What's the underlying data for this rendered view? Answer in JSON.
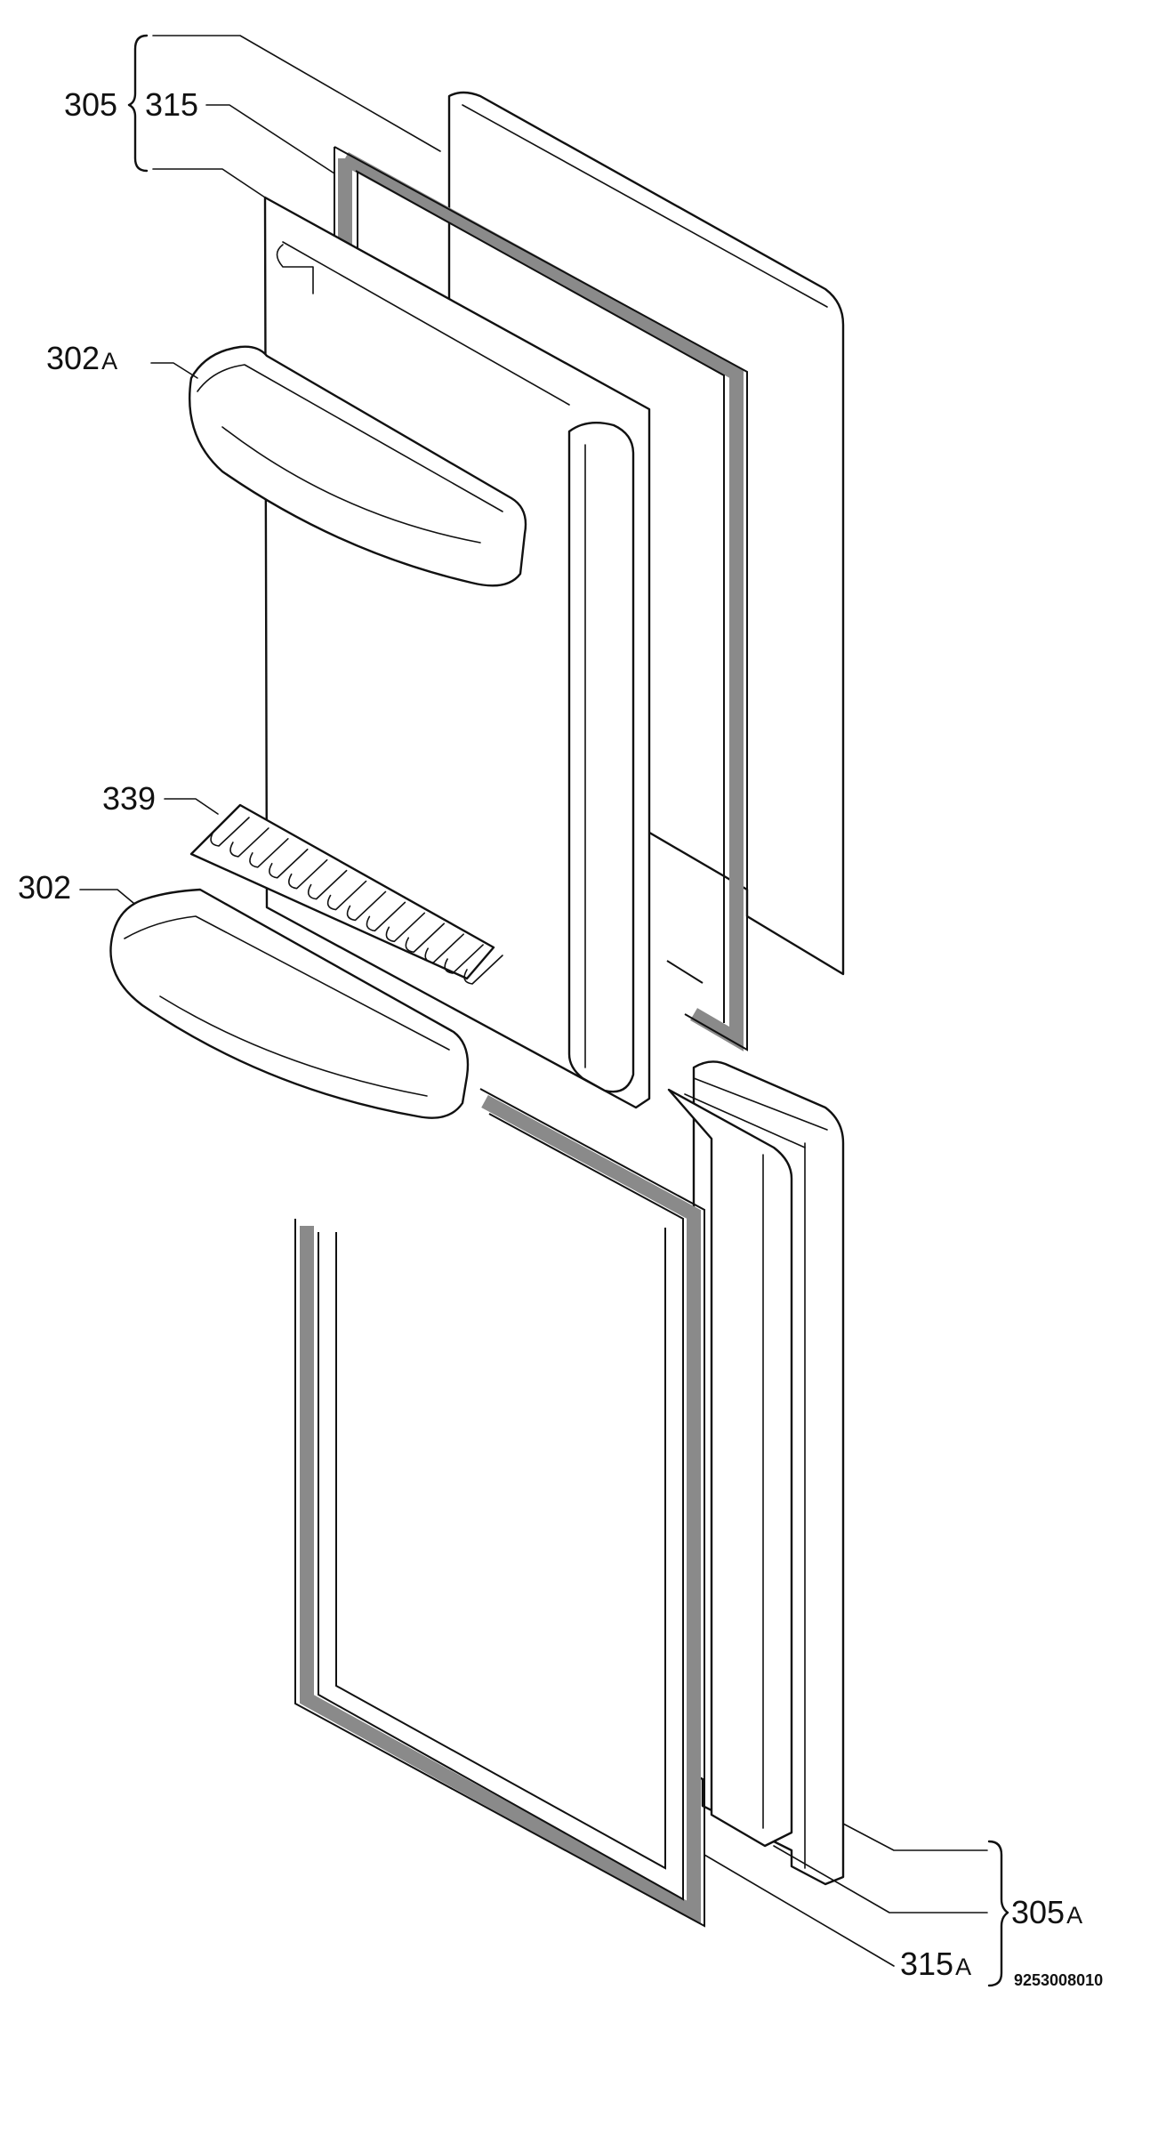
{
  "labels": {
    "group_upper": "305",
    "seal_upper": "315",
    "shelf_upper_num": "302",
    "shelf_upper_suffix": "A",
    "egg_tray": "339",
    "shelf_lower": "302",
    "group_lower_num": "305",
    "group_lower_suffix": "A",
    "seal_lower_num": "315",
    "seal_lower_suffix": "A"
  },
  "drawing_code": "9253008010"
}
